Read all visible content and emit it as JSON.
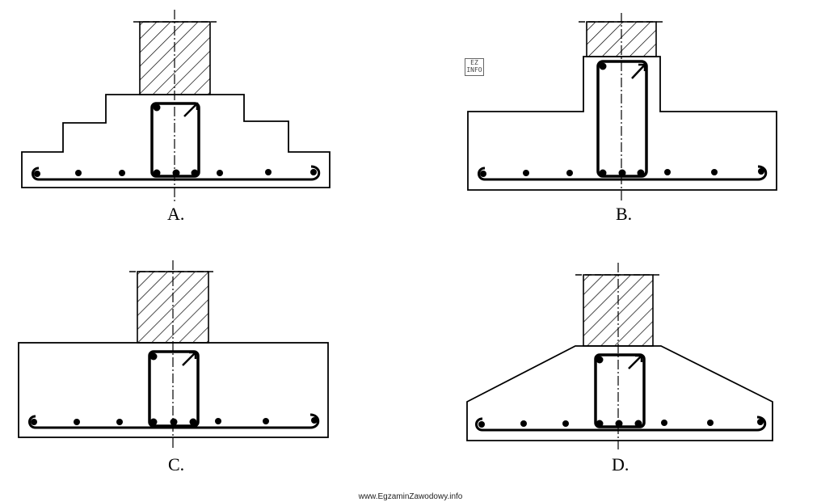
{
  "labels": {
    "a": "A.",
    "b": "B.",
    "c": "C.",
    "d": "D."
  },
  "footer": "www.EgzaminZawodowy.info",
  "logo": "EZ INFO",
  "colors": {
    "line": "#000000",
    "background": "#ffffff"
  }
}
